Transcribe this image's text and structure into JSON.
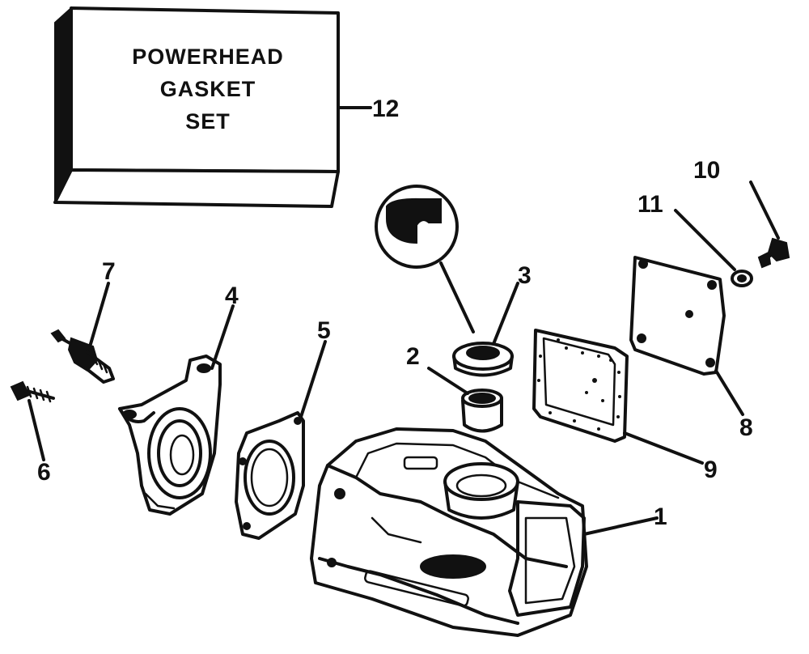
{
  "gasket_set_box": {
    "line1": "POWERHEAD",
    "line2": "GASKET",
    "line3": "SET"
  },
  "callouts": [
    "1",
    "2",
    "3",
    "4",
    "5",
    "6",
    "7",
    "8",
    "9",
    "10",
    "11",
    "12"
  ]
}
